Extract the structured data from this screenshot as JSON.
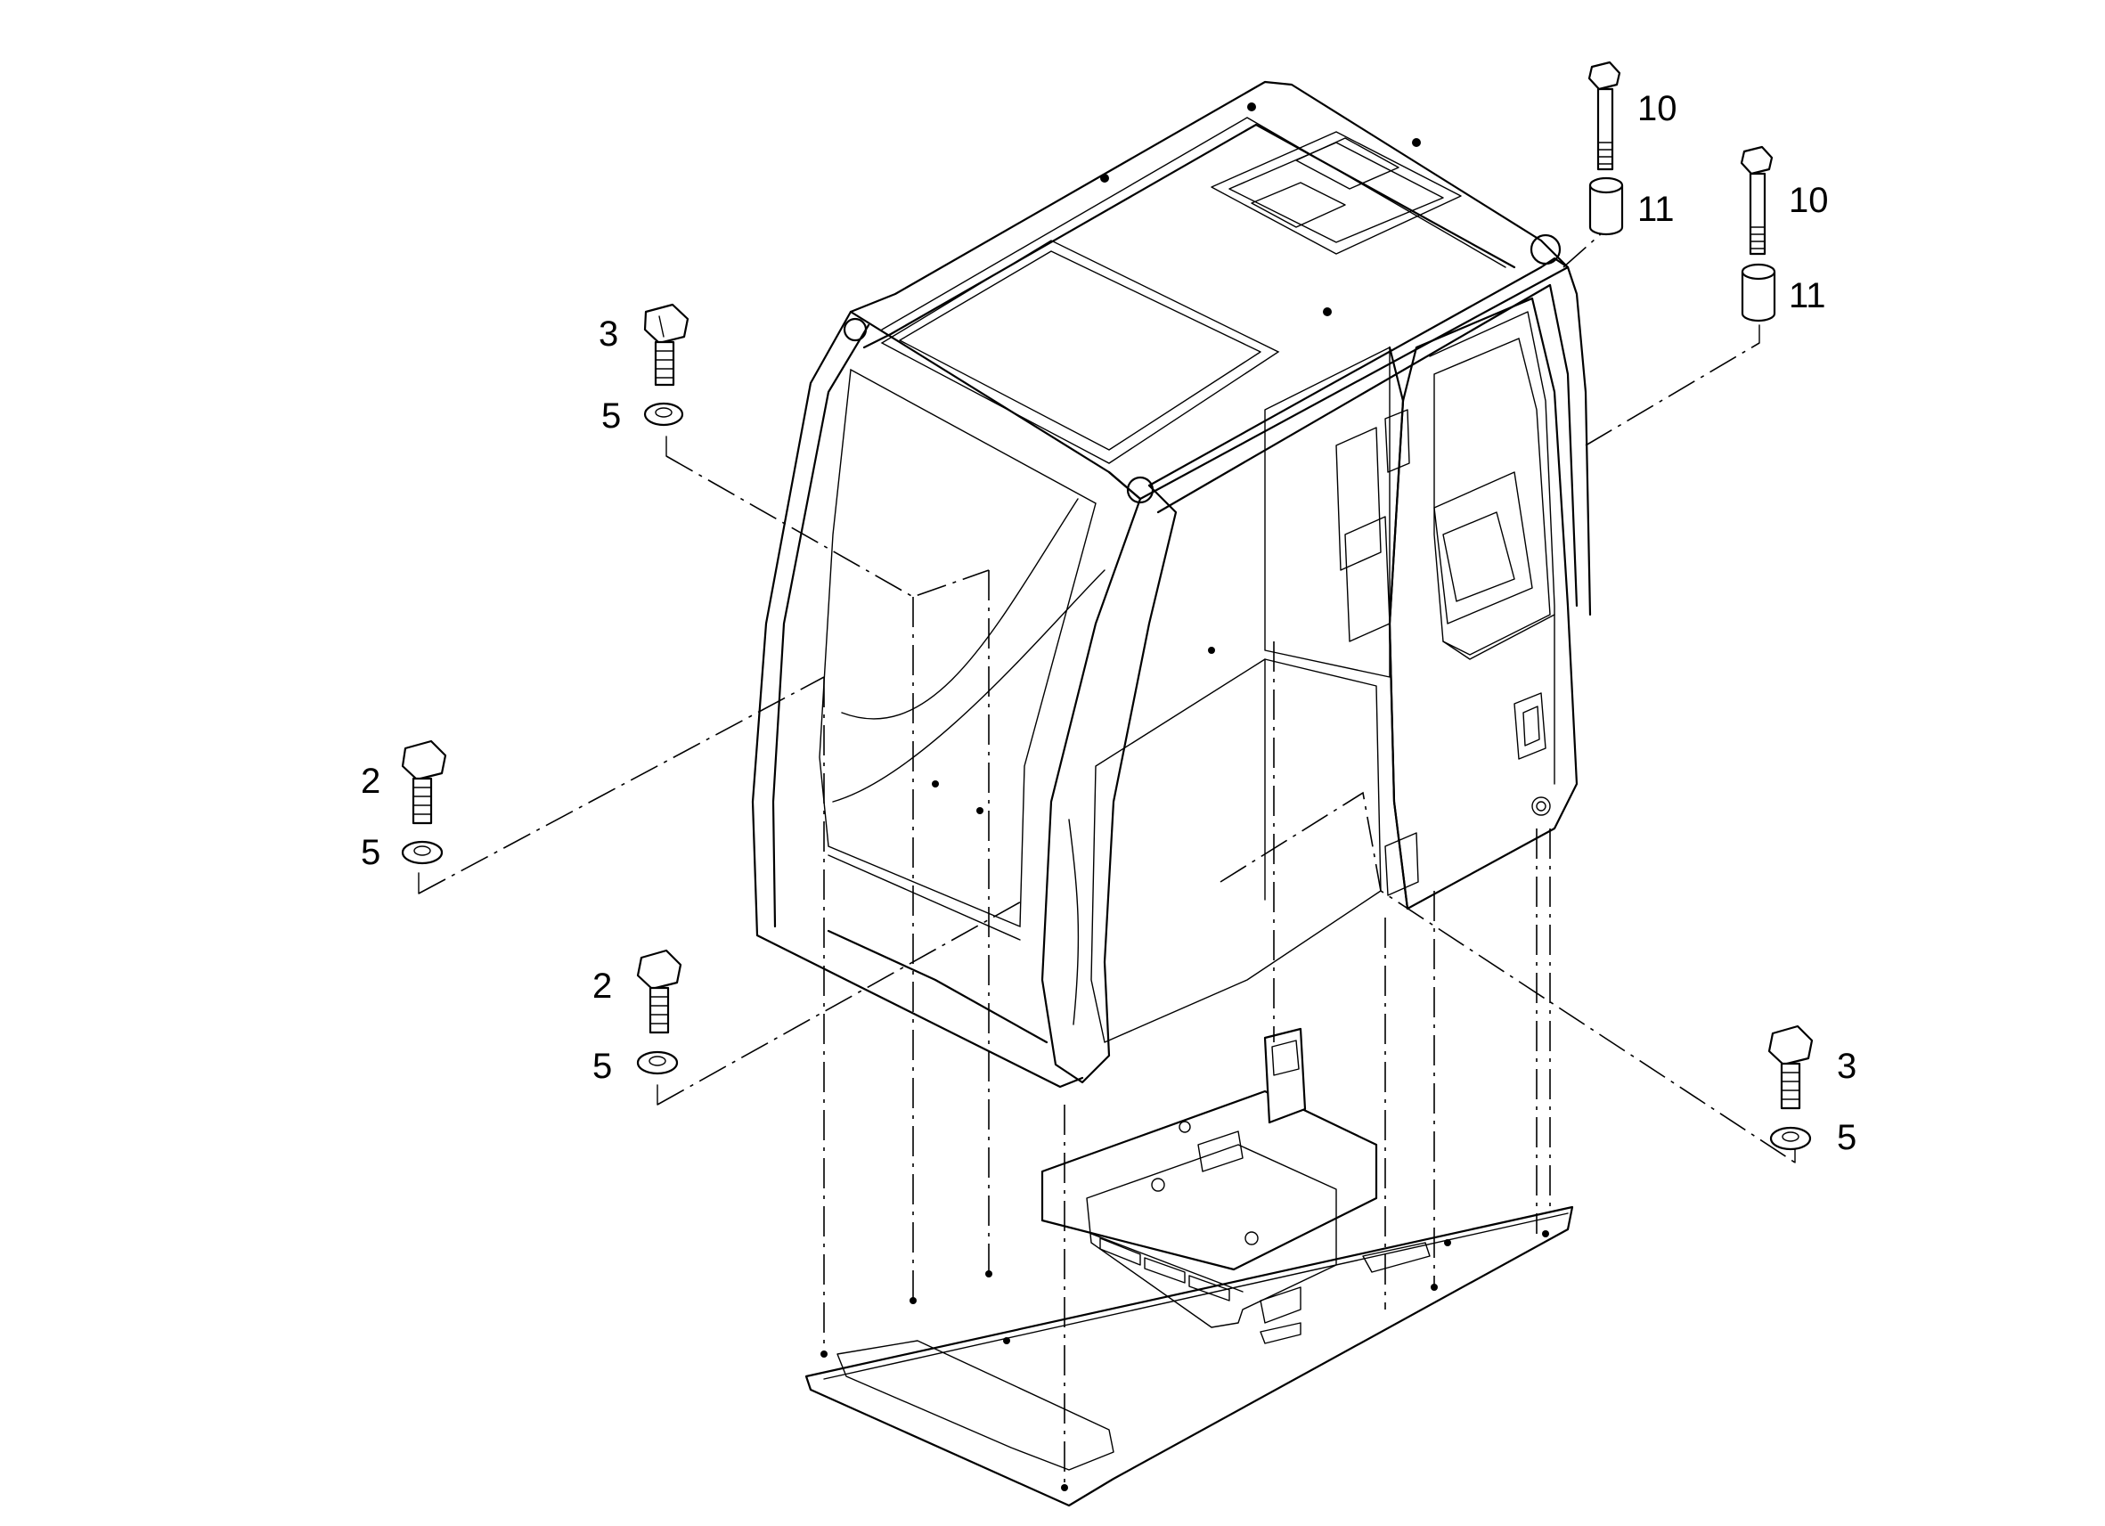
{
  "callouts": [
    {
      "id": "c-3-top-left",
      "label": "3"
    },
    {
      "id": "c-5-top-left",
      "label": "5"
    },
    {
      "id": "c-2-left",
      "label": "2"
    },
    {
      "id": "c-5-left",
      "label": "5"
    },
    {
      "id": "c-2-bottom-left",
      "label": "2"
    },
    {
      "id": "c-5-bottom-left",
      "label": "5"
    },
    {
      "id": "c-10-top",
      "label": "10"
    },
    {
      "id": "c-11-top",
      "label": "11"
    },
    {
      "id": "c-10-right",
      "label": "10"
    },
    {
      "id": "c-11-right",
      "label": "11"
    },
    {
      "id": "c-3-bottom-right",
      "label": "3"
    },
    {
      "id": "c-5-bottom-right",
      "label": "5"
    }
  ]
}
